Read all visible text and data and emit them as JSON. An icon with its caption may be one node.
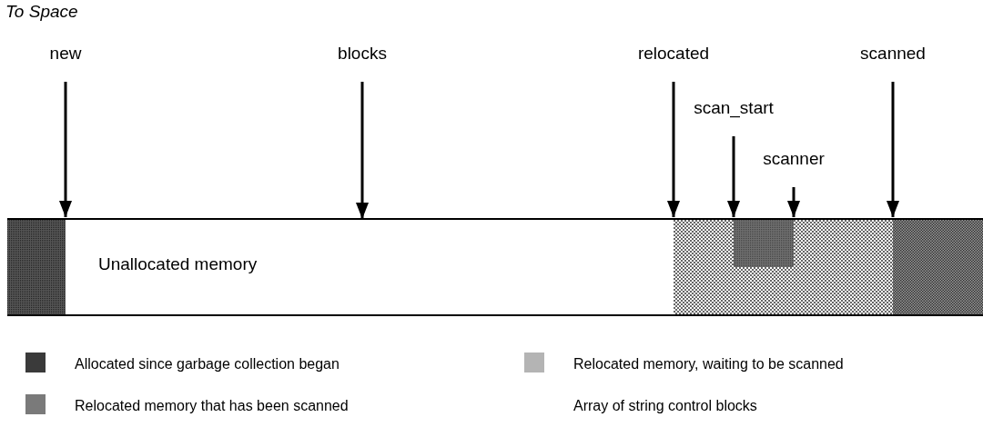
{
  "diagram": {
    "title": "To Space",
    "nodes": [
      {
        "text": [
          "new"
        ]
      },
      {
        "text": [
          "blocks"
        ]
      },
      {
        "text": [
          "relocated"
        ]
      },
      {
        "text": [
          "scan_start"
        ]
      },
      {
        "text": [
          "scanner"
        ]
      },
      {
        "text": [
          "scanned"
        ]
      },
      {
        "text": [],
        "shape": "bar"
      },
      {
        "text": [
          "Unallocated memory"
        ],
        "in": 6
      }
    ],
    "edges": [
      {
        "from": 0,
        "to": 6,
        "arrow": "to"
      },
      {
        "from": 1,
        "to": 7,
        "arrow": "to"
      },
      {
        "from": 2,
        "to": 6,
        "arrow": "to"
      },
      {
        "from": 3,
        "to": 6,
        "arrow": "to"
      },
      {
        "from": 4,
        "to": 6,
        "arrow": "to"
      },
      {
        "from": 5,
        "to": 6,
        "arrow": "to"
      }
    ],
    "legend": [
      {
        "text": "Allocated since garbage collection began",
        "color": "#3a3a3a"
      },
      {
        "text": "Relocated memory, waiting to be scanned",
        "color": "#b4b4b4"
      },
      {
        "text": "Relocated memory that has been scanned",
        "color": "#7a7a7a"
      },
      {
        "text": "Array of string control blocks"
      }
    ]
  }
}
